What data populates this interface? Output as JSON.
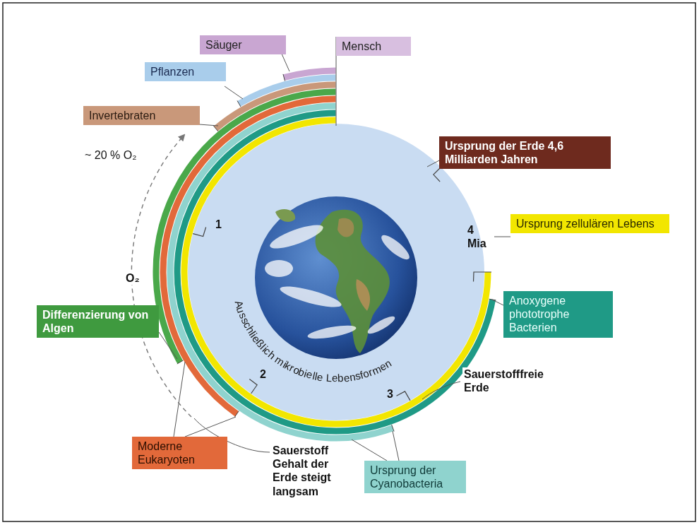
{
  "diagram": {
    "nodes": [
      {
        "text": [
          "Säuger"
        ]
      },
      {
        "text": [
          "Mensch"
        ]
      },
      {
        "text": [
          "Pflanzen"
        ]
      },
      {
        "text": [
          "Invertebraten"
        ]
      },
      {
        "text": [
          "Ursprung der Erde 4,6 Milliarden Jahren"
        ]
      },
      {
        "text": [
          "Ursprung zellulären Lebens"
        ]
      },
      {
        "text": [
          "Anoxygene phototrophe Bacterien"
        ]
      },
      {
        "text": [
          "Differenzierung von Algen"
        ]
      },
      {
        "text": [
          "Moderne Eukaryoten"
        ]
      },
      {
        "text": [
          "Ursprung der Cyanobacteria"
        ]
      }
    ],
    "labels": [
      "~ 20 % O₂",
      "1",
      "4 Mia",
      "O₂",
      "2",
      "3",
      "Sauerstofffreie Erde",
      "Sauerstoff Gehalt der Erde steigt langsam",
      "Ausschließlich mikrobielle Lebensformen"
    ]
  }
}
